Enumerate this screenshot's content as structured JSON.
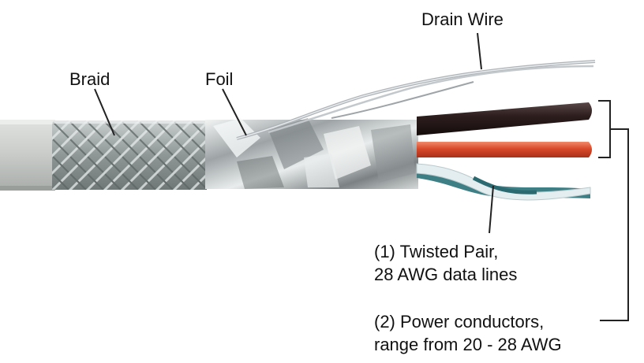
{
  "labels": {
    "drain_wire": "Drain Wire",
    "braid": "Braid",
    "foil": "Foil",
    "twisted_pair": {
      "line1": "(1) Twisted Pair,",
      "line2": "28 AWG data lines"
    },
    "power_conductors": {
      "line1": "(2) Power conductors,",
      "line2": "range from 20 - 28 AWG"
    }
  },
  "colors": {
    "jacket": "#c9ccc9",
    "braid": "#9aa0a0",
    "foil": "#d8dcdc",
    "conductor_black": "#2e1e1e",
    "conductor_orange": "#d9492a",
    "pair_white": "#e4eef0",
    "pair_teal": "#3e7f86",
    "drain": "#c8ccd0",
    "leader": "#222222"
  },
  "icons": [
    "cable-jacket",
    "braid-shield",
    "foil-shield",
    "drain-wire",
    "power-conductor",
    "twisted-pair"
  ]
}
